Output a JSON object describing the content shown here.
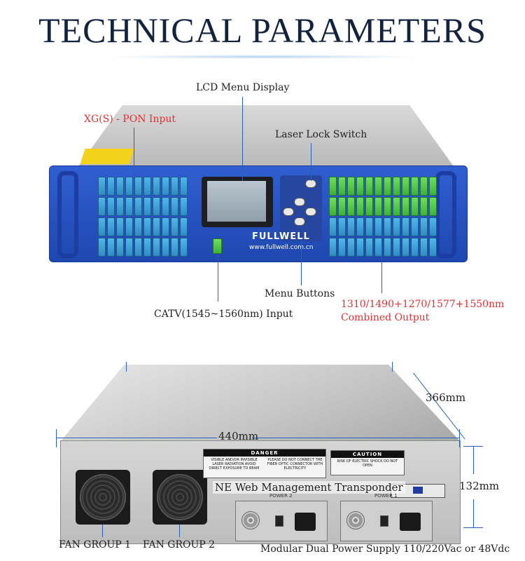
{
  "title": "TECHNICAL PARAMETERS",
  "front": {
    "labels": {
      "lcd": "LCD Menu Display",
      "pon_input": "XG(S) - PON Input",
      "laser_lock": "Laser Lock Switch",
      "menu_buttons": "Menu Buttons",
      "catv_input": "CATV(1545~1560nm) Input",
      "combined_line1": "1310/1490+1270/1577+1550nm",
      "combined_line2": "Combined Output"
    },
    "brand": "FULLWELL",
    "brand_url": "www.fullwell.com.cn"
  },
  "rear": {
    "labels": {
      "depth": "366mm",
      "width": "440mm",
      "height": "132mm",
      "nms": "NE Web Management Transponder",
      "fan1": "FAN GROUP 1",
      "fan2": "FAN GROUP 2",
      "power": "Modular Dual Power Supply 110/220Vac or 48Vdc"
    },
    "danger": {
      "head": "DANGER",
      "left": "VISIBLE AND/OR INVISIBLE LASER RADIATION AVOID DIRECT EXPOSURE TO BEAM",
      "right": "PLEASE DO NOT CONNECT THE FIBER OPTIC CONNECTOR WITH ELECTRICITY"
    },
    "caution": {
      "head": "CAUTION",
      "body": "RISK OF ELECTRIC SHOCK DO NOT OPEN"
    },
    "psu_labels": [
      "POWER 2",
      "POWER 1"
    ]
  },
  "colors": {
    "title": "#14233d",
    "panel_blue": "#2f5fd0",
    "port_blue": "#3fa3d8",
    "port_green": "#4cc448",
    "callout_red": "#d33333",
    "leader_line": "#2b5fb5"
  }
}
